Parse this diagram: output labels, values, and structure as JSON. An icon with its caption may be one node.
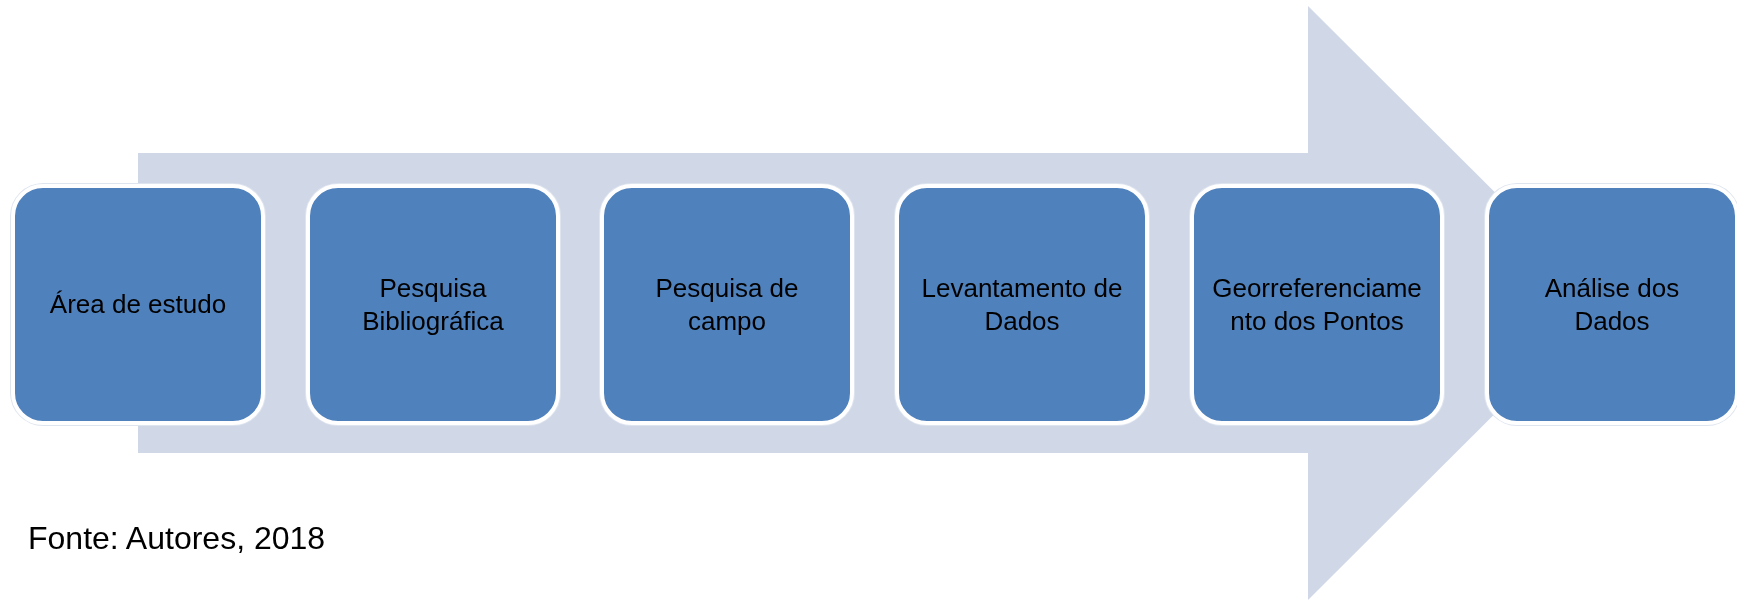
{
  "diagram": {
    "caption": "Fonte: Autores, 2018",
    "nodes": [
      {
        "text": [
          "Área de estudo"
        ]
      },
      {
        "text": [
          "Pesquisa Bibliográfica"
        ]
      },
      {
        "text": [
          "Pesquisa de campo"
        ]
      },
      {
        "text": [
          "Levantamento de Dados"
        ]
      },
      {
        "text": [
          "Georreferenciamento dos Pontos"
        ]
      },
      {
        "text": [
          "Análise dos Dados"
        ]
      }
    ],
    "edges": [
      {
        "from": 0,
        "to": 5,
        "arrow": "to",
        "style": "thick"
      }
    ]
  }
}
